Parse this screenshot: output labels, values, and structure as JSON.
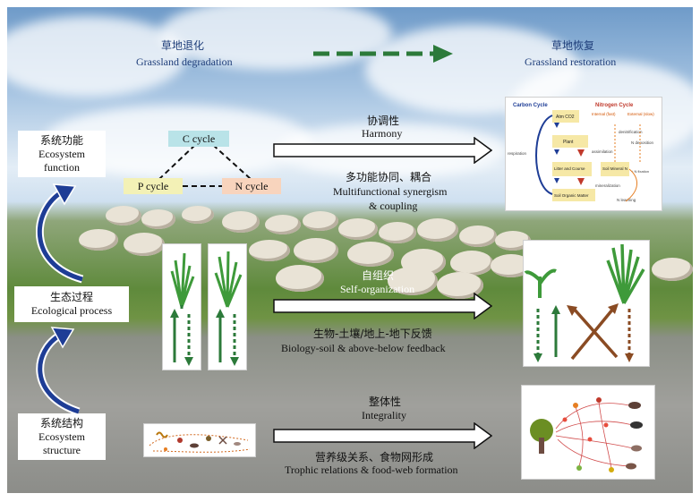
{
  "header": {
    "left_zh": "草地退化",
    "left_en": "Grassland degradation",
    "right_zh": "草地恢复",
    "right_en": "Grassland restoration"
  },
  "levels": [
    {
      "zh": "系统功能",
      "en_line1": "Ecosystem",
      "en_line2": "function"
    },
    {
      "zh": "生态过程",
      "en_line1": "Ecological process",
      "en_line2": ""
    },
    {
      "zh": "系统结构",
      "en_line1": "Ecosystem",
      "en_line2": "structure"
    }
  ],
  "cycles": {
    "c": "C cycle",
    "p": "P cycle",
    "n": "N cycle"
  },
  "arrows": [
    {
      "top_zh": "协调性",
      "top_en": "Harmony",
      "bottom_zh": "多功能协同、耦合",
      "bottom_en1": "Multifunctional synergism",
      "bottom_en2": "& coupling"
    },
    {
      "top_zh": "自组织",
      "top_en": "Self-organization",
      "bottom_zh": "生物-土壤/地上-地下反馈",
      "bottom_en1": "Biology-soil & above-below feedback",
      "bottom_en2": ""
    },
    {
      "top_zh": "整体性",
      "top_en": "Integrality",
      "bottom_zh": "营养级关系、食物网形成",
      "bottom_en1": "Trophic relations & food-web formation",
      "bottom_en2": ""
    }
  ],
  "carbon_panel": {
    "carbon_title": "Carbon Cycle",
    "nitrogen_title": "Nitrogen Cycle",
    "internal": "Internal (fast)",
    "external": "External (slow)",
    "atm": "Atm CO2",
    "plant": "Plant",
    "litter": "Litter and Course",
    "soil_om": "Soil Organic Matter",
    "soil_mineral": "Soil Mineral N",
    "respiration": "respiration",
    "denitrification": "denitrification",
    "n_deposition": "N deposition",
    "assimilation": "assimilation",
    "mineralization": "mineralization",
    "n_leaching": "N leaching",
    "n_fixation": "+ N fixation"
  },
  "colors": {
    "label_blue": "#1f3e7a",
    "c_box": "#b9e3e8",
    "p_box": "#f3f1b6",
    "n_box": "#f8d4bd",
    "green_arrow": "#2c7a3a",
    "brown_arrow": "#8a4b23"
  }
}
